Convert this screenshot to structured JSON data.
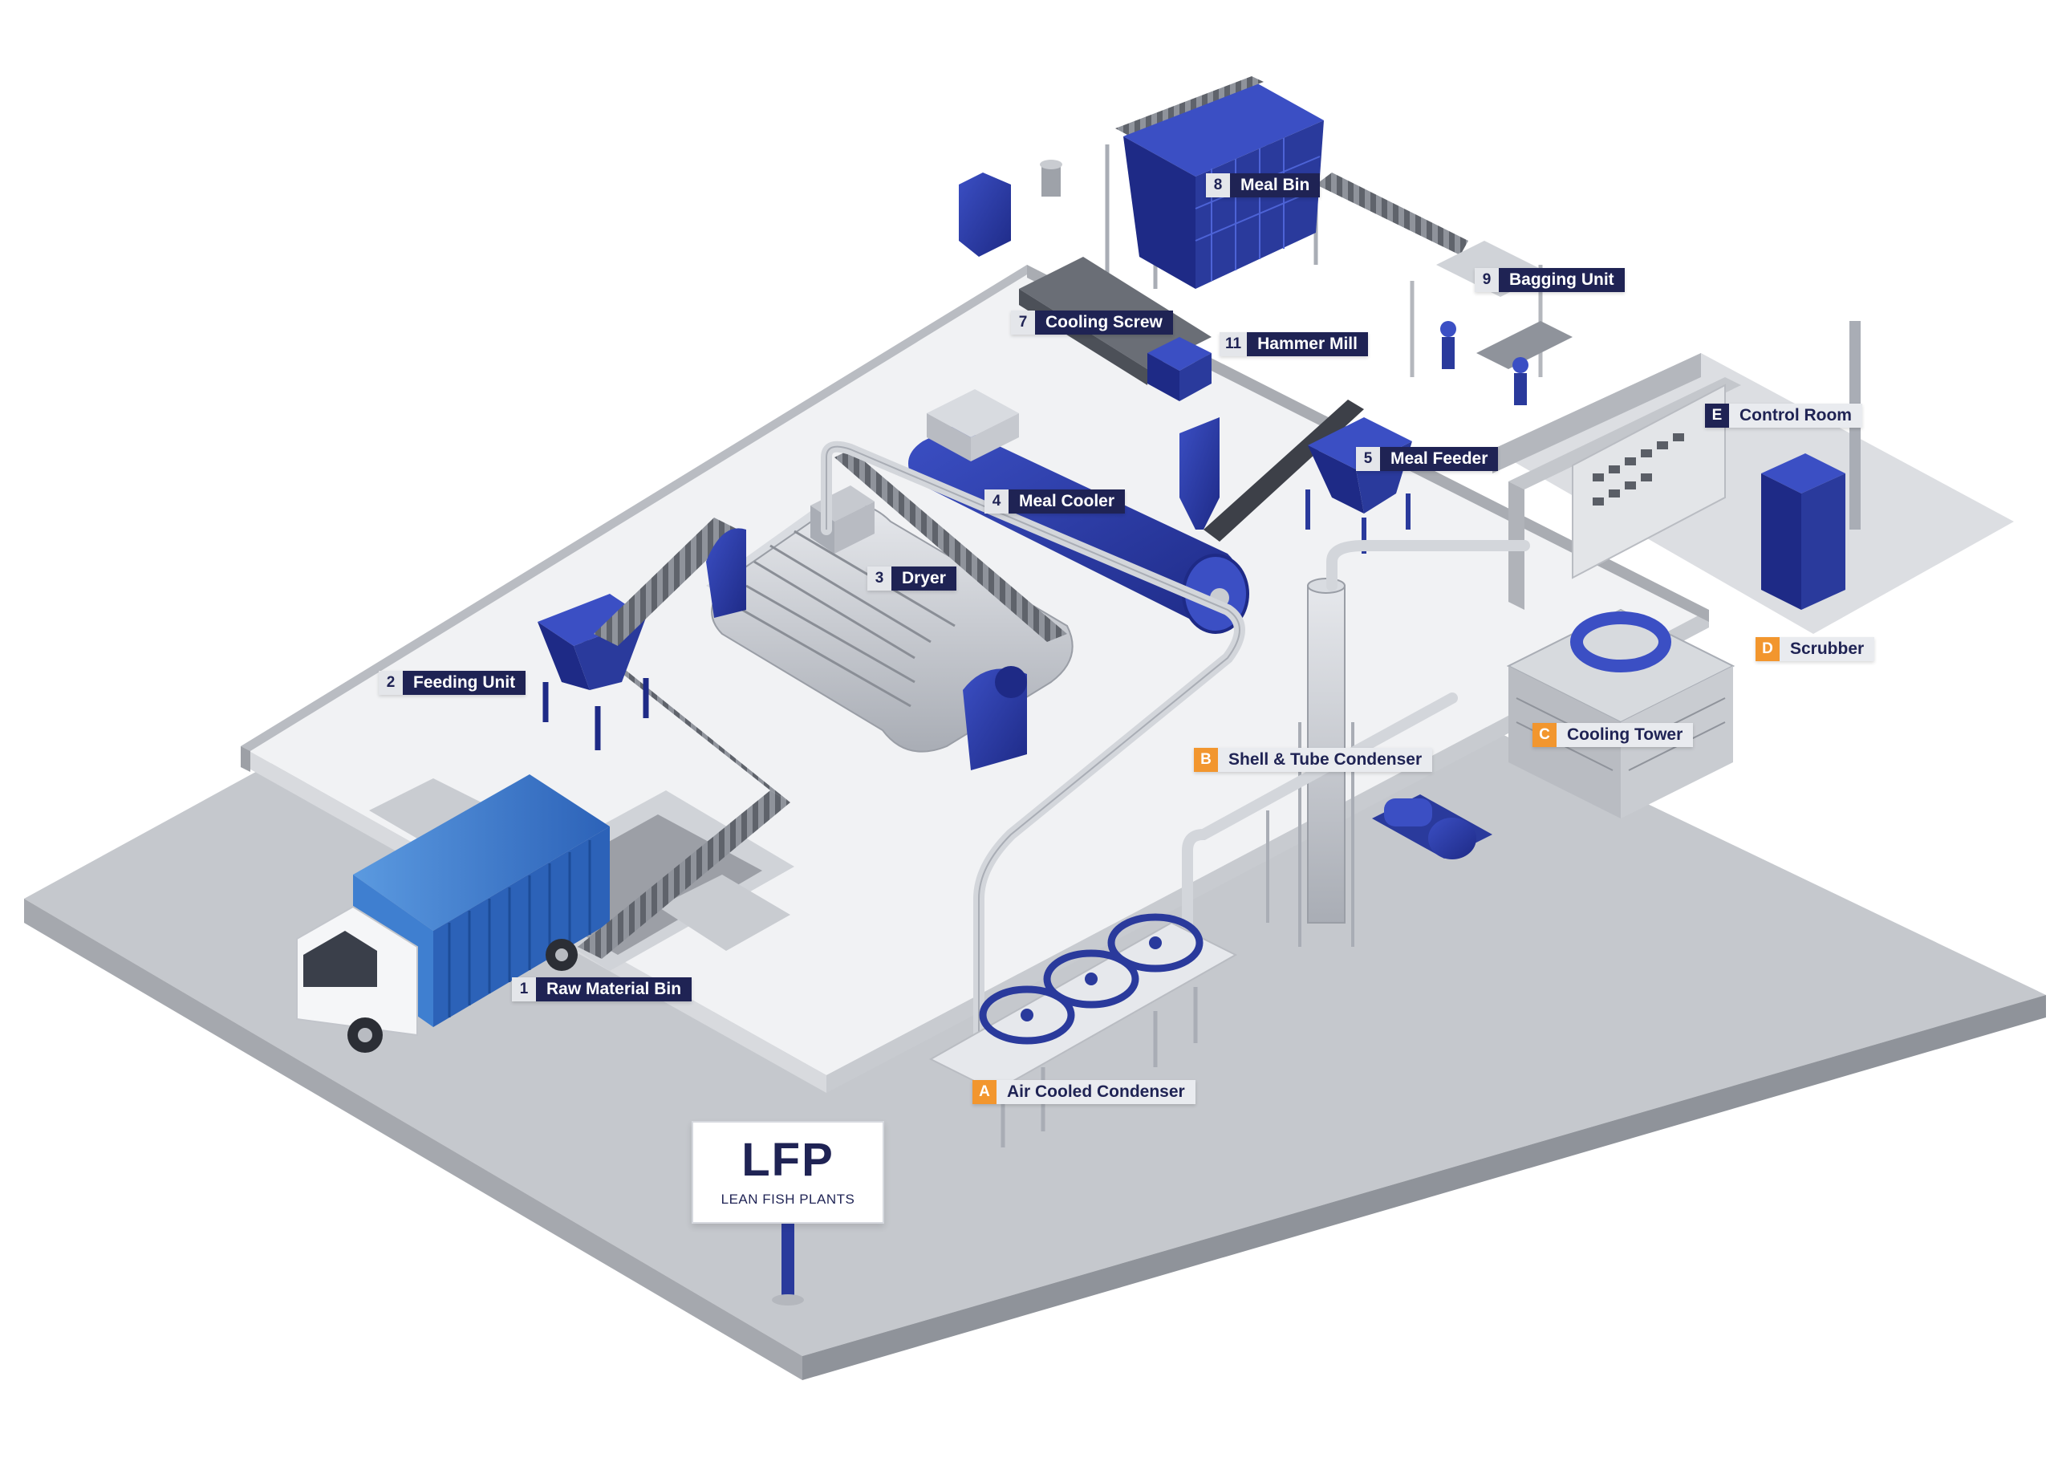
{
  "logo": {
    "main": "LFP",
    "sub": "LEAN FISH PLANTS"
  },
  "stations": [
    {
      "badge": "1",
      "label": "Raw Material Bin"
    },
    {
      "badge": "2",
      "label": "Feeding Unit"
    },
    {
      "badge": "3",
      "label": "Dryer"
    },
    {
      "badge": "4",
      "label": "Meal Cooler"
    },
    {
      "badge": "5",
      "label": "Meal Feeder"
    },
    {
      "badge": "7",
      "label": "Cooling Screw"
    },
    {
      "badge": "8",
      "label": "Meal Bin"
    },
    {
      "badge": "9",
      "label": "Bagging Unit"
    },
    {
      "badge": "11",
      "label": "Hammer Mill"
    }
  ],
  "utilities": [
    {
      "badge": "A",
      "label": "Air Cooled Condenser"
    },
    {
      "badge": "B",
      "label": "Shell & Tube Condenser"
    },
    {
      "badge": "C",
      "label": "Cooling Tower"
    },
    {
      "badge": "D",
      "label": "Scrubber"
    },
    {
      "badge": "E",
      "label": "Control Room"
    }
  ],
  "colors": {
    "navy": "#1f2354",
    "accent_orange": "#f2962e",
    "equipment_blue": "#2a3a9c",
    "equipment_light_blue": "#3b74c4",
    "floor_light": "#f1f2f4",
    "floor_gray": "#c5c8cd"
  }
}
